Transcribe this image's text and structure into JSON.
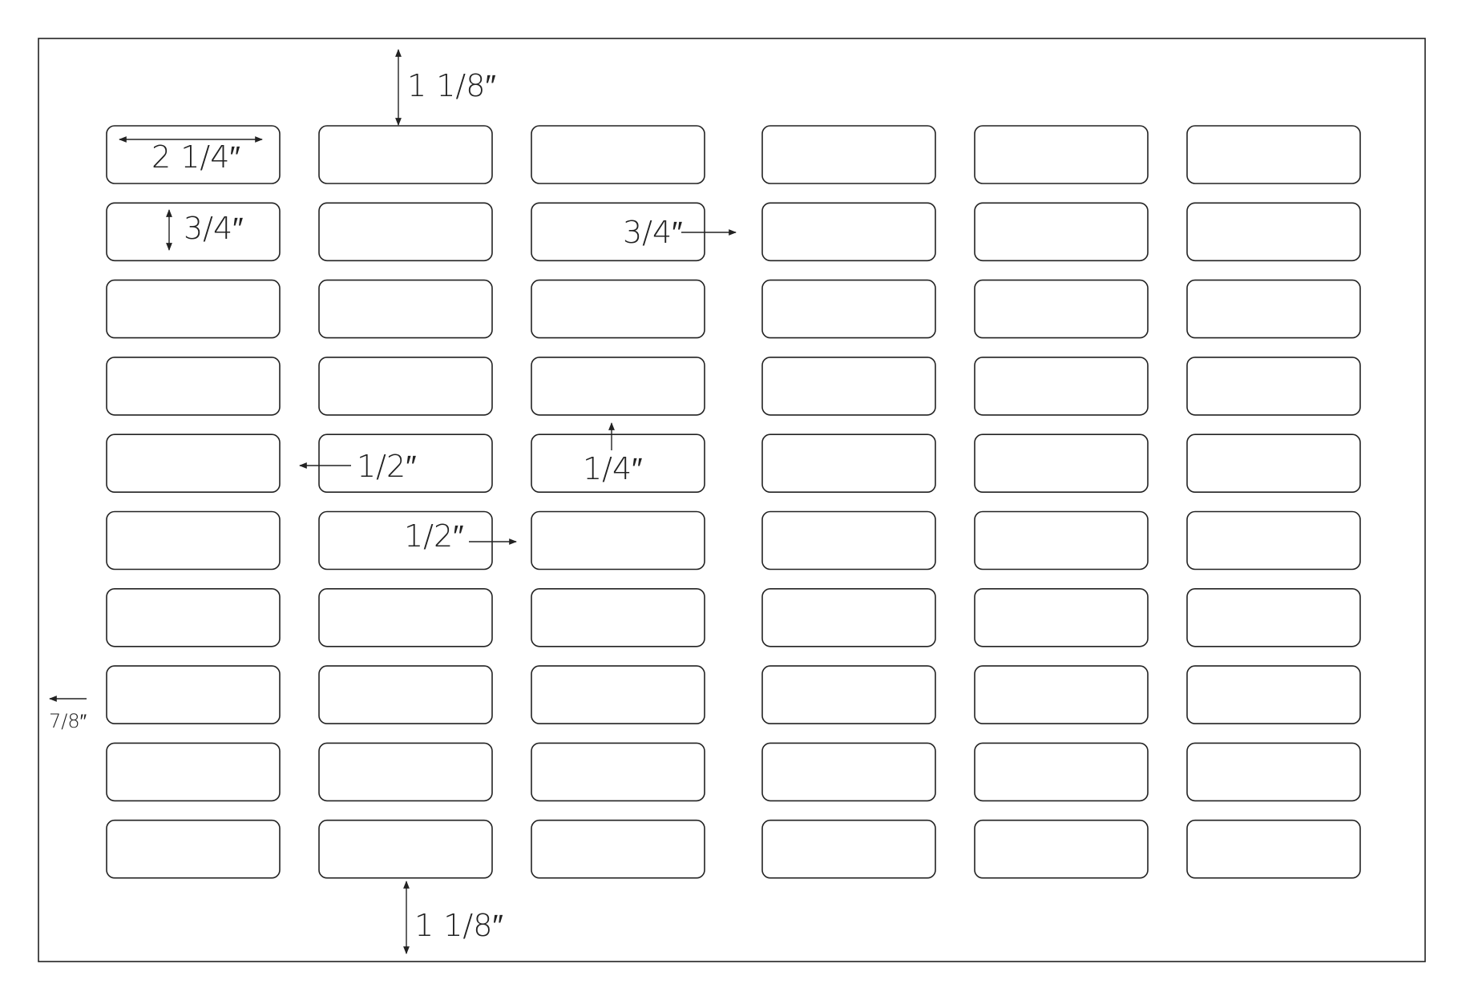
{
  "sheet": {
    "rows": 10,
    "columns": 6
  },
  "dimensions": {
    "top_margin": "1 1/8″",
    "bottom_margin": "1 1/8″",
    "label_width": "2 1/4″",
    "label_height": "3/4″",
    "column_gap_large": "3/4″",
    "column_gap_small": "1/2″",
    "column_gap_small_2": "1/2″",
    "row_gap": "1/4″",
    "left_margin": "7/8″"
  },
  "colors": {
    "stroke": "#222222",
    "background": "#ffffff"
  }
}
